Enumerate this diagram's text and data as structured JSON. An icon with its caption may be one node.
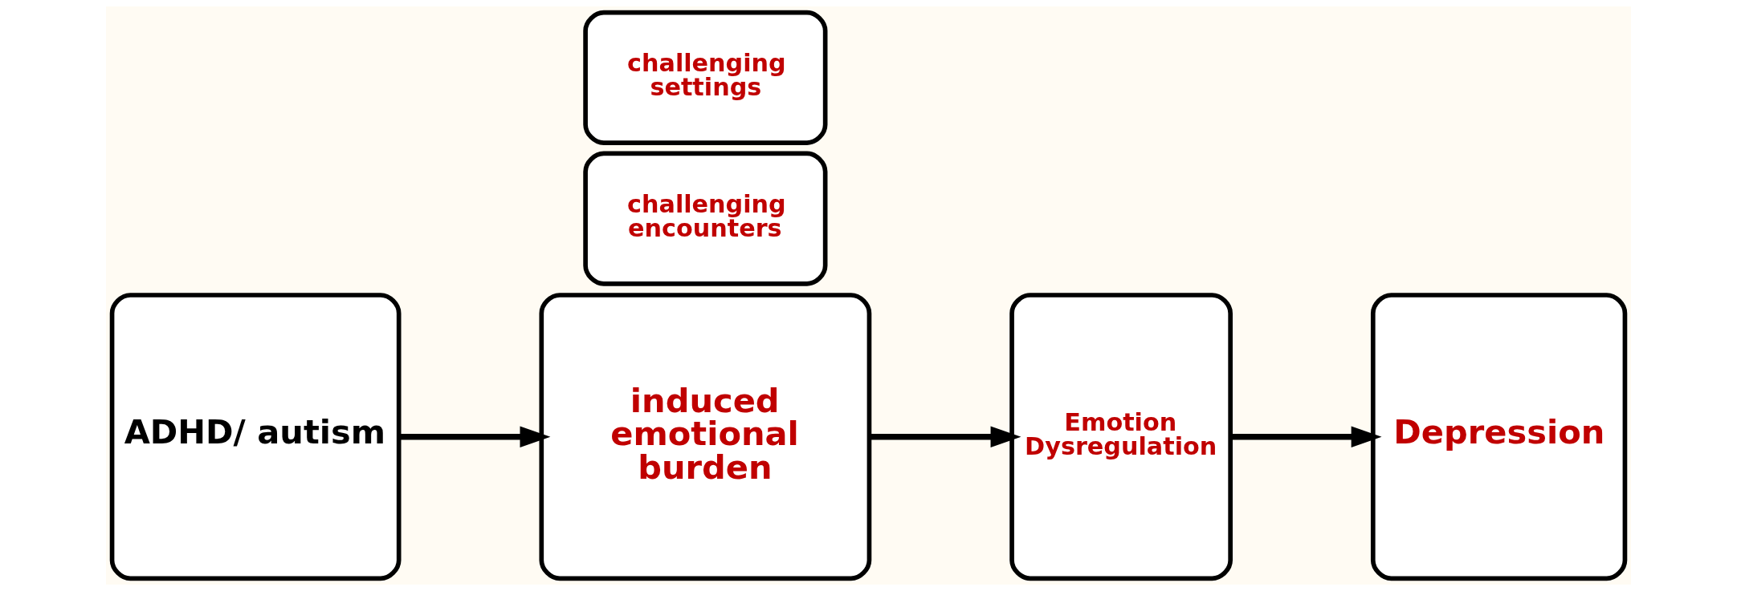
{
  "diagram": {
    "nodes": [
      {
        "text": [
          "ADHD/ autism"
        ]
      },
      {
        "text": [
          "induced emotional burden"
        ]
      },
      {
        "text": [
          "challenging encounters"
        ]
      },
      {
        "text": [
          "challenging settings"
        ]
      },
      {
        "text": [
          "Emotion Dysregulation"
        ]
      },
      {
        "text": [
          "Depression"
        ]
      }
    ],
    "edges": [
      {
        "from": 0,
        "to": 1,
        "arrow": "to"
      },
      {
        "from": 1,
        "to": 4,
        "arrow": "to"
      },
      {
        "from": 4,
        "to": 5,
        "arrow": "to"
      }
    ]
  }
}
